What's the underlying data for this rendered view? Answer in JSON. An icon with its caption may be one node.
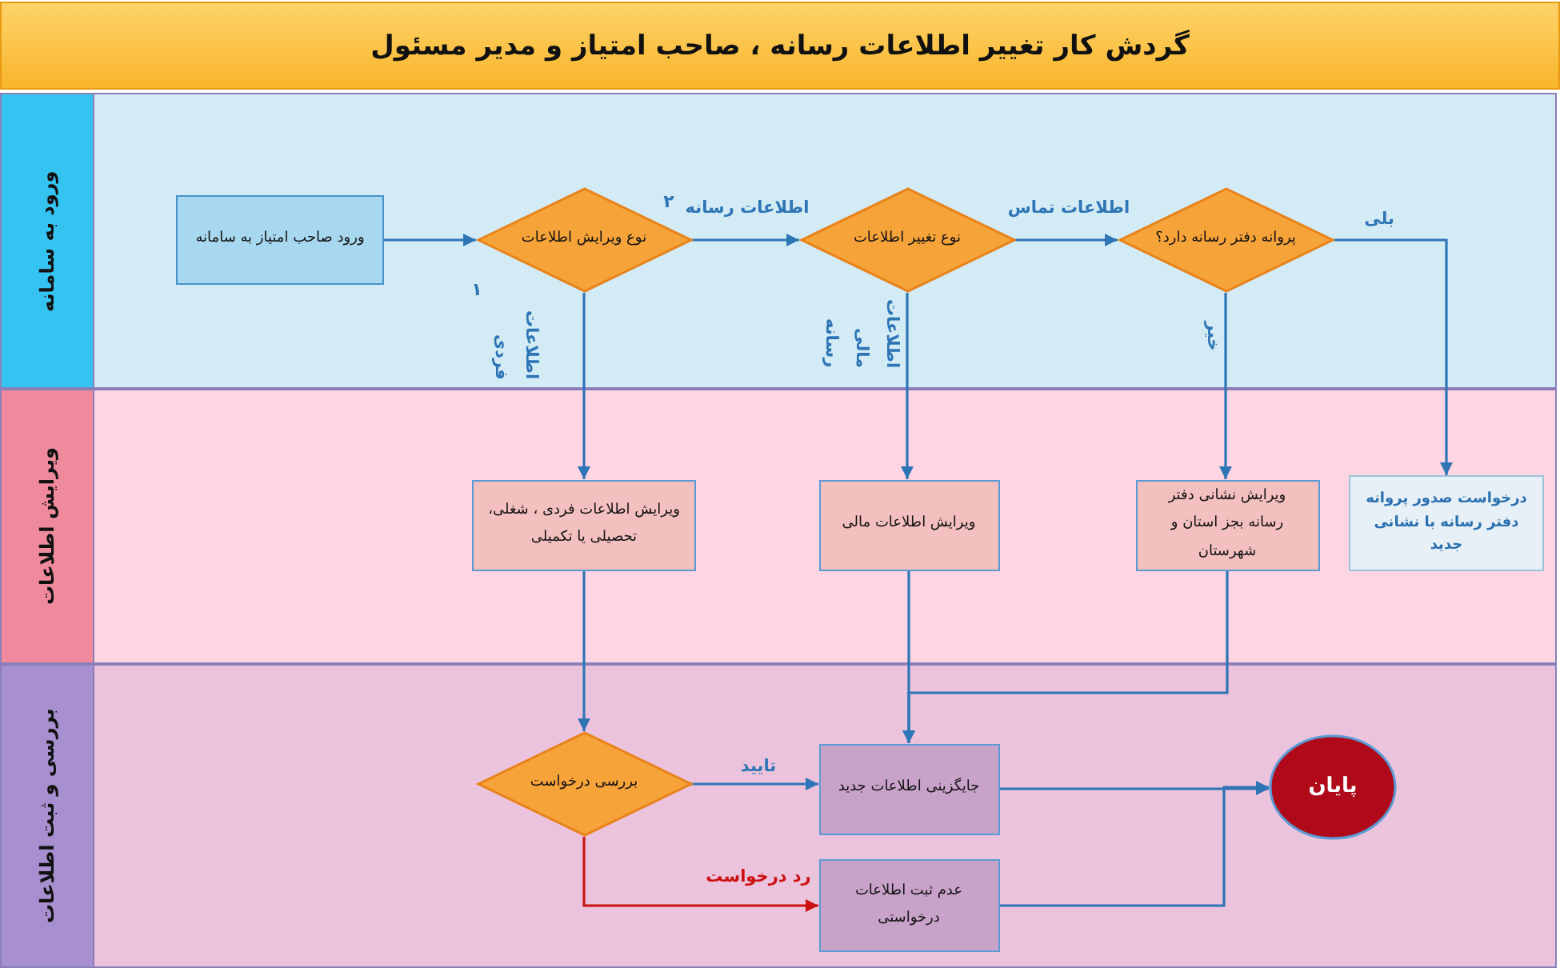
{
  "diagram": {
    "title": "گردش کار تغییر اطلاعات رسانه ، صاحب امتیاز و مدیر مسئول",
    "nodes": [
      {
        "text": [
          "ورود به سامانه"
        ]
      },
      {
        "text": [
          "ویرایش اطلاعات"
        ]
      },
      {
        "text": [
          "بررسی و ثبت اطلاعات"
        ]
      },
      {
        "text": [
          "ورود صاحب امتیاز به سامانه"
        ],
        "in": 0
      },
      {
        "text": [
          "نوع ویرایش اطلاعات"
        ],
        "in": 0
      },
      {
        "text": [
          "نوع تغییر اطلاعات"
        ],
        "in": 0
      },
      {
        "text": [
          "پروانه دفتر رسانه دارد؟"
        ],
        "in": 0
      },
      {
        "text": [
          "ویرایش اطلاعات فردی ، شغلی، تحصیلی یا تکمیلی"
        ],
        "in": 1
      },
      {
        "text": [
          "ویرایش اطلاعات مالی"
        ],
        "in": 1
      },
      {
        "text": [
          "ویرایش نشانی دفتر رسانه بجز استان و شهرستان"
        ],
        "in": 1
      },
      {
        "text": [
          "درخواست صدور پروانه دفتر رسانه با نشانی جدید"
        ],
        "in": 1
      },
      {
        "text": [
          "بررسی درخواست"
        ],
        "in": 2
      },
      {
        "text": [
          "جایگزینی اطلاعات جدید"
        ],
        "in": 2
      },
      {
        "text": [
          "عدم ثبت اطلاعات درخواستی"
        ],
        "in": 2
      },
      {
        "text": [
          "پایان"
        ],
        "in": 2
      }
    ],
    "edges": [
      {
        "from": 3,
        "to": 4,
        "arrow": "to"
      },
      {
        "from": 4,
        "to": 5,
        "arrow": "to",
        "label": "اطلاعات رسانه"
      },
      {
        "from": 5,
        "to": 6,
        "arrow": "to",
        "label": "اطلاعات تماس"
      },
      {
        "from": 6,
        "to": 10,
        "arrow": "to",
        "label": "بلی"
      },
      {
        "from": 6,
        "to": 9,
        "arrow": "to",
        "label": "خیر"
      },
      {
        "from": 4,
        "to": 7,
        "arrow": "to",
        "label": "اطلاعات فردی"
      },
      {
        "from": 5,
        "to": 8,
        "arrow": "to",
        "label": "اطلاعات مالی رسانه"
      },
      {
        "from": 7,
        "to": 11,
        "arrow": "to"
      },
      {
        "from": 8,
        "to": 12,
        "arrow": "to"
      },
      {
        "from": 9,
        "to": 12,
        "arrow": "to"
      },
      {
        "from": 11,
        "to": 12,
        "arrow": "to",
        "label": "تایید"
      },
      {
        "from": 11,
        "to": 13,
        "arrow": "to",
        "label": "رد درخواست",
        "color": "#cc1111"
      },
      {
        "from": 12,
        "to": 14,
        "arrow": "to"
      },
      {
        "from": 13,
        "to": 14,
        "arrow": "to"
      }
    ],
    "labels": [
      "۲",
      "۱"
    ]
  }
}
